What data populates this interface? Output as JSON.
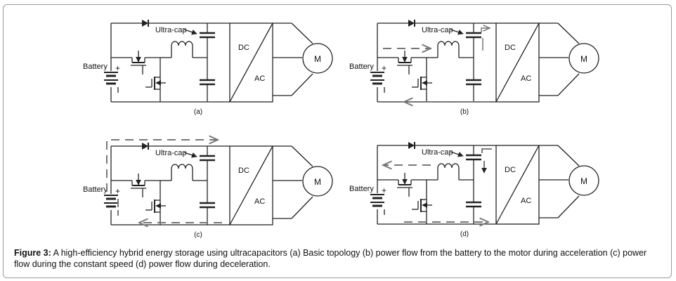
{
  "figure": {
    "caption_label": "Figure 3:",
    "caption_text": " A high-efficiency hybrid energy storage using ultracapacitors (a) Basic topology (b) power flow from the battery to the motor during acceleration (c) power flow during the constant speed (d) power flow during deceleration."
  },
  "panels": [
    {
      "id": "a",
      "label": "(a)",
      "flow": "none"
    },
    {
      "id": "b",
      "label": "(b)",
      "flow": "acceleration"
    },
    {
      "id": "c",
      "label": "(c)",
      "flow": "constant-speed"
    },
    {
      "id": "d",
      "label": "(d)",
      "flow": "deceleration"
    }
  ],
  "labels": {
    "battery": "Battery",
    "plus": "+",
    "minus": "-",
    "ultracap": "Ultra-cap",
    "dc": "DC",
    "ac": "AC",
    "motor": "M"
  },
  "colors": {
    "wire": "#222222",
    "flow": "#777777",
    "frame": "#9a9a9a"
  }
}
